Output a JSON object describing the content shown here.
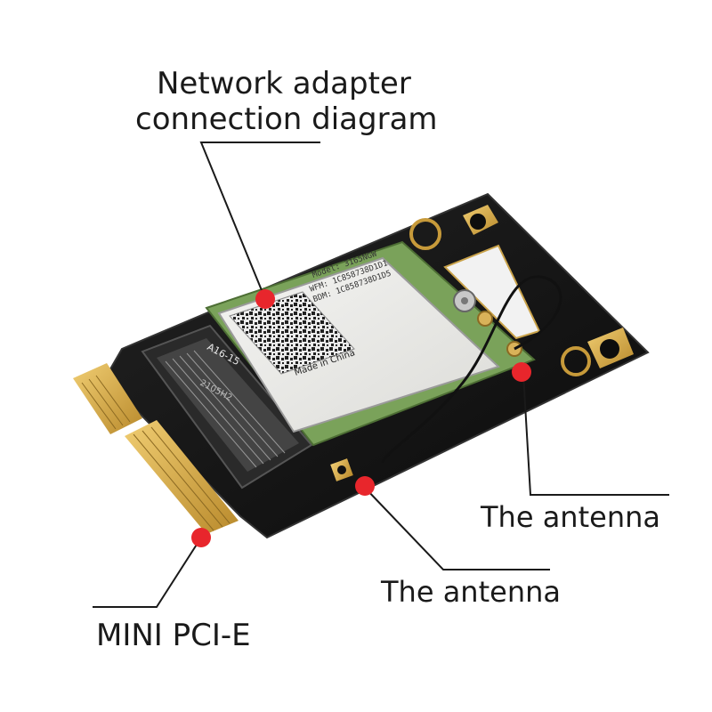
{
  "callouts": {
    "network_adapter": {
      "line1": "Network adapter",
      "line2": "connection diagram"
    },
    "antenna_right": "The antenna",
    "antenna_center": "The antenna",
    "mini_pcie": "MINI PCI-E"
  },
  "card_print": {
    "model": "Model: 3165NGW",
    "wfm": "WFM: 1C858738D1D1",
    "bdm": "BDM: 1C858738D1D5",
    "made_in": "Made in China",
    "slot_marking": "A16-15",
    "code": "2105H2"
  },
  "colors": {
    "pcb_black": "#141414",
    "gold": "#d4a640",
    "module_green": "#7aa25a",
    "marker_red": "#e8262c"
  }
}
